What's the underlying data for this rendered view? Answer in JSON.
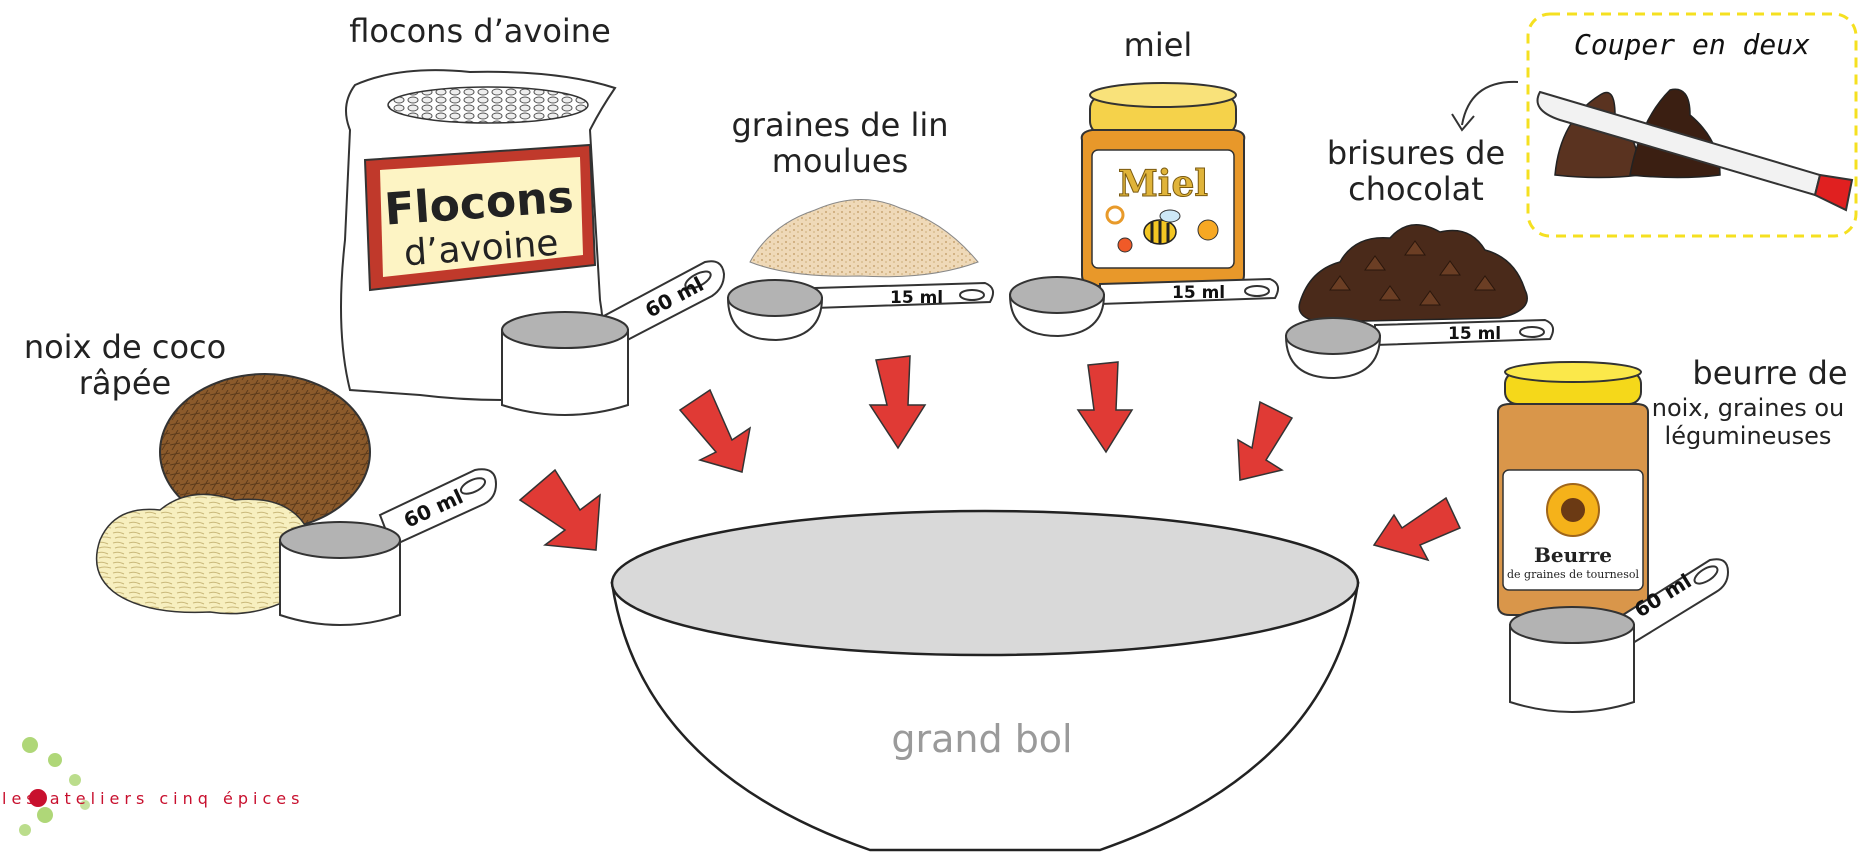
{
  "labels": {
    "oats": "flocons d’avoine",
    "coconut_line1": "noix de coco",
    "coconut_line2": "râpée",
    "flax_line1": "graines de lin",
    "flax_line2": "moulues",
    "honey": "miel",
    "chocolate_line1": "brisures de",
    "chocolate_line2": "chocolat",
    "butter_line1": "beurre de",
    "butter_line2": "noix, graines ou",
    "butter_line3": "légumineuses",
    "bowl": "grand bol"
  },
  "packaging": {
    "oats_bag_line1": "Flocons",
    "oats_bag_line2": "d’avoine",
    "honey_jar": "Miel",
    "butter_jar_line1": "Beurre",
    "butter_jar_line2": "de graines de tournesol"
  },
  "measures": {
    "oats": "60 ml",
    "coconut": "60 ml",
    "flax": "15 ml",
    "honey": "15 ml",
    "chocolate": "15 ml",
    "butter": "60 ml"
  },
  "callout": {
    "text": "Couper en deux"
  },
  "brand": {
    "text": "les ateliers cinq épices",
    "accent_color": "#c8102e",
    "dot_color": "#8dc63f"
  },
  "colors": {
    "arrow": "#e03a35",
    "callout_border": "#f5e020",
    "bowl_fill": "#d9d9d9"
  }
}
